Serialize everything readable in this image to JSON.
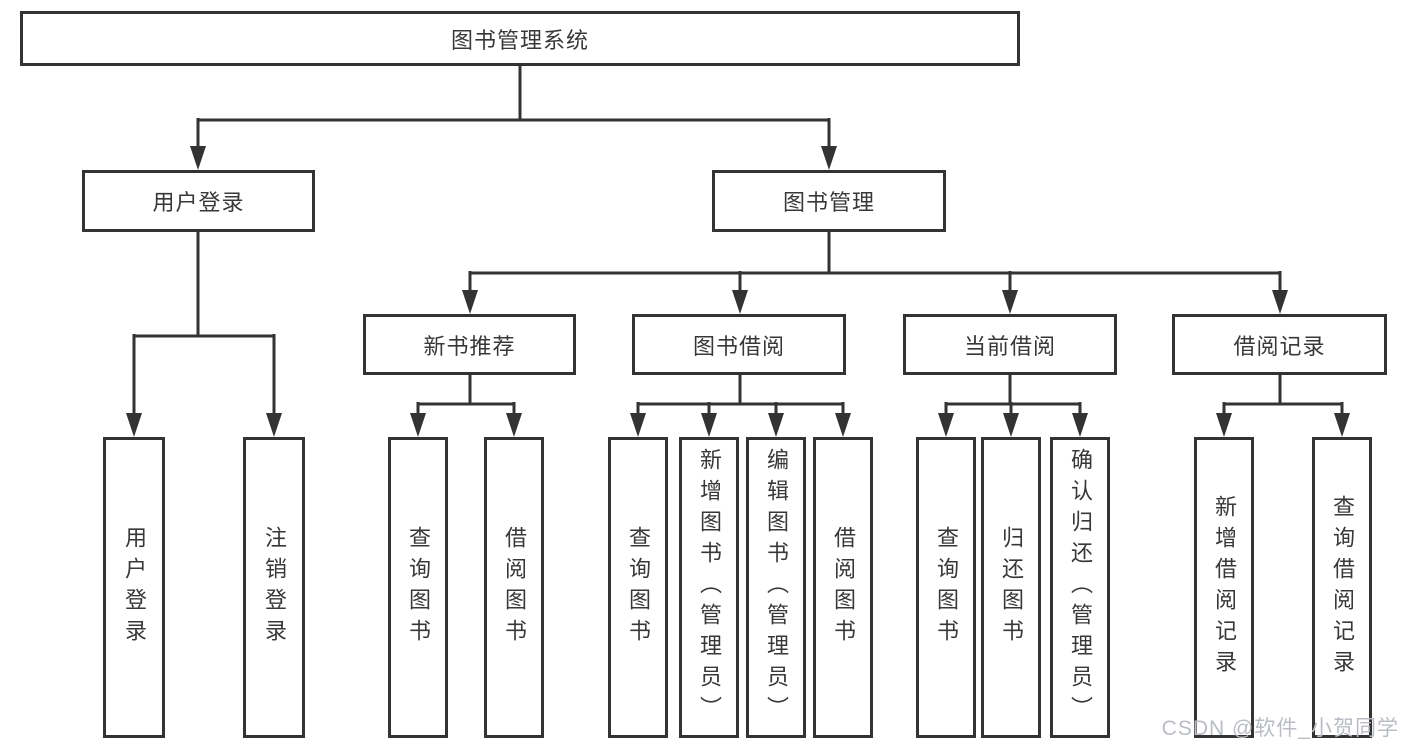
{
  "title": "图书管理系统",
  "tree": {
    "label": "图书管理系统",
    "children": [
      {
        "label": "用户登录",
        "children": [
          {
            "label": "用户登录"
          },
          {
            "label": "注销登录"
          }
        ]
      },
      {
        "label": "图书管理",
        "children": [
          {
            "label": "新书推荐",
            "children": [
              {
                "label": "查询图书"
              },
              {
                "label": "借阅图书"
              }
            ]
          },
          {
            "label": "图书借阅",
            "children": [
              {
                "label": "查询图书"
              },
              {
                "label": "新增图书（管理员）"
              },
              {
                "label": "编辑图书（管理员）"
              },
              {
                "label": "借阅图书"
              }
            ]
          },
          {
            "label": "当前借阅",
            "children": [
              {
                "label": "查询图书"
              },
              {
                "label": "归还图书"
              },
              {
                "label": "确认归还（管理员）"
              }
            ]
          },
          {
            "label": "借阅记录",
            "children": [
              {
                "label": "新增借阅记录"
              },
              {
                "label": "查询借阅记录"
              }
            ]
          }
        ]
      }
    ]
  },
  "watermark": "CSDN @软件_小贺同学",
  "colors": {
    "line": "#333333",
    "text": "#383838",
    "background": "#ffffff",
    "watermark": "#b9bdc3"
  }
}
